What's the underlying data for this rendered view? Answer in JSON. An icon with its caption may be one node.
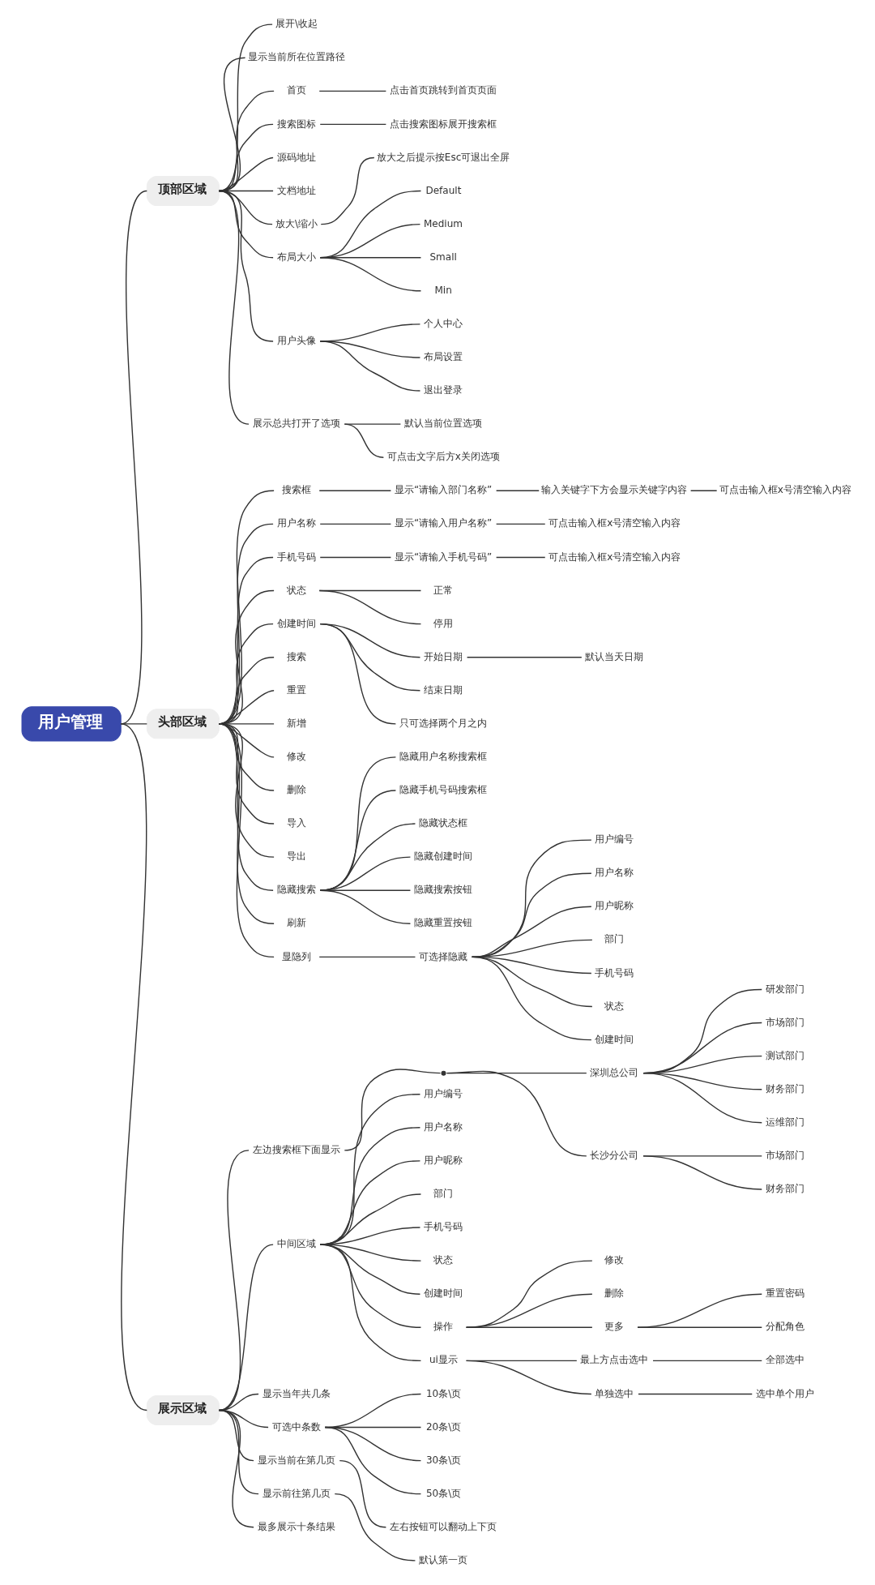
{
  "diagram": {
    "nodes": [
      {
        "text": [
          "用户管理"
        ]
      },
      {
        "text": [
          "顶部区域"
        ]
      },
      {
        "text": [
          "展开\\收起"
        ]
      },
      {
        "text": [
          "显示当前所在位置路径"
        ]
      },
      {
        "text": [
          "首页"
        ]
      },
      {
        "text": [
          "点击首页跳转到首页页面"
        ]
      },
      {
        "text": [
          "搜索图标"
        ]
      },
      {
        "text": [
          "点击搜索图标展开搜索框"
        ]
      },
      {
        "text": [
          "源码地址"
        ]
      },
      {
        "text": [
          "文档地址"
        ]
      },
      {
        "text": [
          "放大\\缩小"
        ]
      },
      {
        "text": [
          "放大之后提示按Esc可退出全屏"
        ]
      },
      {
        "text": [
          "布局大小"
        ]
      },
      {
        "text": [
          "Default"
        ]
      },
      {
        "text": [
          "Medium"
        ]
      },
      {
        "text": [
          "Small"
        ]
      },
      {
        "text": [
          "Min"
        ]
      },
      {
        "text": [
          "用户头像"
        ]
      },
      {
        "text": [
          "个人中心"
        ]
      },
      {
        "text": [
          "布局设置"
        ]
      },
      {
        "text": [
          "退出登录"
        ]
      },
      {
        "text": [
          "展示总共打开了选项"
        ]
      },
      {
        "text": [
          "默认当前位置选项"
        ]
      },
      {
        "text": [
          "可点击文字后方x关闭选项"
        ]
      },
      {
        "text": [
          "头部区域"
        ]
      },
      {
        "text": [
          "搜索框"
        ]
      },
      {
        "text": [
          "显示“请输入部门名称”"
        ]
      },
      {
        "text": [
          "输入关键字下方会显示关键字内容"
        ]
      },
      {
        "text": [
          "可点击输入框x号清空输入内容"
        ]
      },
      {
        "text": [
          "用户名称"
        ]
      },
      {
        "text": [
          "显示“请输入用户名称”"
        ]
      },
      {
        "text": [
          "可点击输入框x号清空输入内容"
        ]
      },
      {
        "text": [
          "手机号码"
        ]
      },
      {
        "text": [
          "显示“请输入手机号码”"
        ]
      },
      {
        "text": [
          "可点击输入框x号清空输入内容"
        ]
      },
      {
        "text": [
          "状态"
        ]
      },
      {
        "text": [
          "正常"
        ]
      },
      {
        "text": [
          "停用"
        ]
      },
      {
        "text": [
          "创建时间"
        ]
      },
      {
        "text": [
          "开始日期"
        ]
      },
      {
        "text": [
          "默认当天日期"
        ]
      },
      {
        "text": [
          "结束日期"
        ]
      },
      {
        "text": [
          "只可选择两个月之内"
        ]
      },
      {
        "text": [
          "搜索"
        ]
      },
      {
        "text": [
          "重置"
        ]
      },
      {
        "text": [
          "新增"
        ]
      },
      {
        "text": [
          "修改"
        ]
      },
      {
        "text": [
          "删除"
        ]
      },
      {
        "text": [
          "导入"
        ]
      },
      {
        "text": [
          "导出"
        ]
      },
      {
        "text": [
          "隐藏搜索"
        ]
      },
      {
        "text": [
          "隐藏用户名称搜索框"
        ]
      },
      {
        "text": [
          "隐藏手机号码搜索框"
        ]
      },
      {
        "text": [
          "隐藏状态框"
        ]
      },
      {
        "text": [
          "隐藏创建时间"
        ]
      },
      {
        "text": [
          "隐藏搜索按钮"
        ]
      },
      {
        "text": [
          "隐藏重置按钮"
        ]
      },
      {
        "text": [
          "刷新"
        ]
      },
      {
        "text": [
          "显隐列"
        ]
      },
      {
        "text": [
          "可选择隐藏"
        ]
      },
      {
        "text": [
          "用户编号"
        ]
      },
      {
        "text": [
          "用户名称"
        ]
      },
      {
        "text": [
          "用户昵称"
        ]
      },
      {
        "text": [
          "部门"
        ]
      },
      {
        "text": [
          "手机号码"
        ]
      },
      {
        "text": [
          "状态"
        ]
      },
      {
        "text": [
          "创建时间"
        ]
      },
      {
        "text": [
          "展示区域"
        ]
      },
      {
        "text": [
          "左边搜索框下面显示"
        ]
      },
      {
        "text": [],
        "shape": "point"
      },
      {
        "text": [
          "深圳总公司"
        ]
      },
      {
        "text": [
          "研发部门"
        ]
      },
      {
        "text": [
          "市场部门"
        ]
      },
      {
        "text": [
          "测试部门"
        ]
      },
      {
        "text": [
          "财务部门"
        ]
      },
      {
        "text": [
          "运维部门"
        ]
      },
      {
        "text": [
          "长沙分公司"
        ]
      },
      {
        "text": [
          "市场部门"
        ]
      },
      {
        "text": [
          "财务部门"
        ]
      },
      {
        "text": [
          "中间区域"
        ]
      },
      {
        "text": [
          "用户编号"
        ]
      },
      {
        "text": [
          "用户名称"
        ]
      },
      {
        "text": [
          "用户昵称"
        ]
      },
      {
        "text": [
          "部门"
        ]
      },
      {
        "text": [
          "手机号码"
        ]
      },
      {
        "text": [
          "状态"
        ]
      },
      {
        "text": [
          "创建时间"
        ]
      },
      {
        "text": [
          "操作"
        ]
      },
      {
        "text": [
          "修改"
        ]
      },
      {
        "text": [
          "删除"
        ]
      },
      {
        "text": [
          "更多"
        ]
      },
      {
        "text": [
          "重置密码"
        ]
      },
      {
        "text": [
          "分配角色"
        ]
      },
      {
        "text": [
          "ui显示"
        ]
      },
      {
        "text": [
          "最上方点击选中"
        ]
      },
      {
        "text": [
          "全部选中"
        ]
      },
      {
        "text": [
          "单独选中"
        ]
      },
      {
        "text": [
          "选中单个用户"
        ]
      },
      {
        "text": [
          "显示当年共几条"
        ]
      },
      {
        "text": [
          "可选中条数"
        ]
      },
      {
        "text": [
          "10条\\页"
        ]
      },
      {
        "text": [
          "20条\\页"
        ]
      },
      {
        "text": [
          "30条\\页"
        ]
      },
      {
        "text": [
          "50条\\页"
        ]
      },
      {
        "text": [
          "显示当前在第几页"
        ]
      },
      {
        "text": [
          "左右按钮可以翻动上下页"
        ]
      },
      {
        "text": [
          "显示前往第几页"
        ]
      },
      {
        "text": [
          "默认第一页"
        ]
      },
      {
        "text": [
          "最多展示十条结果"
        ]
      }
    ],
    "edges": [
      {
        "from": 0,
        "to": 1,
        "arrow": "none"
      },
      {
        "from": 1,
        "to": 2,
        "arrow": "none"
      },
      {
        "from": 1,
        "to": 3,
        "arrow": "none"
      },
      {
        "from": 1,
        "to": 4,
        "arrow": "none"
      },
      {
        "from": 4,
        "to": 5,
        "arrow": "none"
      },
      {
        "from": 1,
        "to": 6,
        "arrow": "none"
      },
      {
        "from": 6,
        "to": 7,
        "arrow": "none"
      },
      {
        "from": 1,
        "to": 8,
        "arrow": "none"
      },
      {
        "from": 1,
        "to": 9,
        "arrow": "none"
      },
      {
        "from": 1,
        "to": 10,
        "arrow": "none"
      },
      {
        "from": 10,
        "to": 11,
        "arrow": "none"
      },
      {
        "from": 1,
        "to": 12,
        "arrow": "none"
      },
      {
        "from": 12,
        "to": 13,
        "arrow": "none"
      },
      {
        "from": 12,
        "to": 14,
        "arrow": "none"
      },
      {
        "from": 12,
        "to": 15,
        "arrow": "none"
      },
      {
        "from": 12,
        "to": 16,
        "arrow": "none"
      },
      {
        "from": 1,
        "to": 17,
        "arrow": "none"
      },
      {
        "from": 17,
        "to": 18,
        "arrow": "none"
      },
      {
        "from": 17,
        "to": 19,
        "arrow": "none"
      },
      {
        "from": 17,
        "to": 20,
        "arrow": "none"
      },
      {
        "from": 1,
        "to": 21,
        "arrow": "none"
      },
      {
        "from": 21,
        "to": 22,
        "arrow": "none"
      },
      {
        "from": 21,
        "to": 23,
        "arrow": "none"
      },
      {
        "from": 0,
        "to": 24,
        "arrow": "none"
      },
      {
        "from": 24,
        "to": 25,
        "arrow": "none"
      },
      {
        "from": 25,
        "to": 26,
        "arrow": "none"
      },
      {
        "from": 26,
        "to": 27,
        "arrow": "none"
      },
      {
        "from": 27,
        "to": 28,
        "arrow": "none"
      },
      {
        "from": 24,
        "to": 29,
        "arrow": "none"
      },
      {
        "from": 29,
        "to": 30,
        "arrow": "none"
      },
      {
        "from": 30,
        "to": 31,
        "arrow": "none"
      },
      {
        "from": 24,
        "to": 32,
        "arrow": "none"
      },
      {
        "from": 32,
        "to": 33,
        "arrow": "none"
      },
      {
        "from": 33,
        "to": 34,
        "arrow": "none"
      },
      {
        "from": 24,
        "to": 35,
        "arrow": "none"
      },
      {
        "from": 35,
        "to": 36,
        "arrow": "none"
      },
      {
        "from": 35,
        "to": 37,
        "arrow": "none"
      },
      {
        "from": 24,
        "to": 38,
        "arrow": "none"
      },
      {
        "from": 38,
        "to": 39,
        "arrow": "none"
      },
      {
        "from": 39,
        "to": 40,
        "arrow": "none"
      },
      {
        "from": 38,
        "to": 41,
        "arrow": "none"
      },
      {
        "from": 38,
        "to": 42,
        "arrow": "none"
      },
      {
        "from": 24,
        "to": 43,
        "arrow": "none"
      },
      {
        "from": 24,
        "to": 44,
        "arrow": "none"
      },
      {
        "from": 24,
        "to": 45,
        "arrow": "none"
      },
      {
        "from": 24,
        "to": 46,
        "arrow": "none"
      },
      {
        "from": 24,
        "to": 47,
        "arrow": "none"
      },
      {
        "from": 24,
        "to": 48,
        "arrow": "none"
      },
      {
        "from": 24,
        "to": 49,
        "arrow": "none"
      },
      {
        "from": 24,
        "to": 50,
        "arrow": "none"
      },
      {
        "from": 50,
        "to": 51,
        "arrow": "none"
      },
      {
        "from": 50,
        "to": 52,
        "arrow": "none"
      },
      {
        "from": 50,
        "to": 53,
        "arrow": "none"
      },
      {
        "from": 50,
        "to": 54,
        "arrow": "none"
      },
      {
        "from": 50,
        "to": 55,
        "arrow": "none"
      },
      {
        "from": 50,
        "to": 56,
        "arrow": "none"
      },
      {
        "from": 24,
        "to": 57,
        "arrow": "none"
      },
      {
        "from": 24,
        "to": 58,
        "arrow": "none"
      },
      {
        "from": 58,
        "to": 59,
        "arrow": "none"
      },
      {
        "from": 59,
        "to": 60,
        "arrow": "none"
      },
      {
        "from": 59,
        "to": 61,
        "arrow": "none"
      },
      {
        "from": 59,
        "to": 62,
        "arrow": "none"
      },
      {
        "from": 59,
        "to": 63,
        "arrow": "none"
      },
      {
        "from": 59,
        "to": 64,
        "arrow": "none"
      },
      {
        "from": 59,
        "to": 65,
        "arrow": "none"
      },
      {
        "from": 59,
        "to": 66,
        "arrow": "none"
      },
      {
        "from": 0,
        "to": 67,
        "arrow": "none"
      },
      {
        "from": 67,
        "to": 68,
        "arrow": "none"
      },
      {
        "from": 68,
        "to": 69,
        "arrow": "none"
      },
      {
        "from": 69,
        "to": 70,
        "arrow": "none"
      },
      {
        "from": 70,
        "to": 71,
        "arrow": "none"
      },
      {
        "from": 70,
        "to": 72,
        "arrow": "none"
      },
      {
        "from": 70,
        "to": 73,
        "arrow": "none"
      },
      {
        "from": 70,
        "to": 74,
        "arrow": "none"
      },
      {
        "from": 70,
        "to": 75,
        "arrow": "none"
      },
      {
        "from": 69,
        "to": 76,
        "arrow": "none"
      },
      {
        "from": 76,
        "to": 77,
        "arrow": "none"
      },
      {
        "from": 76,
        "to": 78,
        "arrow": "none"
      },
      {
        "from": 67,
        "to": 79,
        "arrow": "none"
      },
      {
        "from": 79,
        "to": 80,
        "arrow": "none"
      },
      {
        "from": 79,
        "to": 81,
        "arrow": "none"
      },
      {
        "from": 79,
        "to": 82,
        "arrow": "none"
      },
      {
        "from": 79,
        "to": 83,
        "arrow": "none"
      },
      {
        "from": 79,
        "to": 84,
        "arrow": "none"
      },
      {
        "from": 79,
        "to": 85,
        "arrow": "none"
      },
      {
        "from": 79,
        "to": 86,
        "arrow": "none"
      },
      {
        "from": 79,
        "to": 87,
        "arrow": "none"
      },
      {
        "from": 87,
        "to": 88,
        "arrow": "none"
      },
      {
        "from": 87,
        "to": 89,
        "arrow": "none"
      },
      {
        "from": 87,
        "to": 90,
        "arrow": "none"
      },
      {
        "from": 90,
        "to": 91,
        "arrow": "none"
      },
      {
        "from": 90,
        "to": 92,
        "arrow": "none"
      },
      {
        "from": 79,
        "to": 93,
        "arrow": "none"
      },
      {
        "from": 93,
        "to": 94,
        "arrow": "none"
      },
      {
        "from": 94,
        "to": 95,
        "arrow": "none"
      },
      {
        "from": 93,
        "to": 96,
        "arrow": "none"
      },
      {
        "from": 96,
        "to": 97,
        "arrow": "none"
      },
      {
        "from": 67,
        "to": 98,
        "arrow": "none"
      },
      {
        "from": 67,
        "to": 99,
        "arrow": "none"
      },
      {
        "from": 99,
        "to": 100,
        "arrow": "none"
      },
      {
        "from": 99,
        "to": 101,
        "arrow": "none"
      },
      {
        "from": 99,
        "to": 102,
        "arrow": "none"
      },
      {
        "from": 99,
        "to": 103,
        "arrow": "none"
      },
      {
        "from": 67,
        "to": 104,
        "arrow": "none"
      },
      {
        "from": 104,
        "to": 105,
        "arrow": "none"
      },
      {
        "from": 67,
        "to": 106,
        "arrow": "none"
      },
      {
        "from": 106,
        "to": 107,
        "arrow": "none"
      },
      {
        "from": 67,
        "to": 108,
        "arrow": "none"
      }
    ]
  }
}
